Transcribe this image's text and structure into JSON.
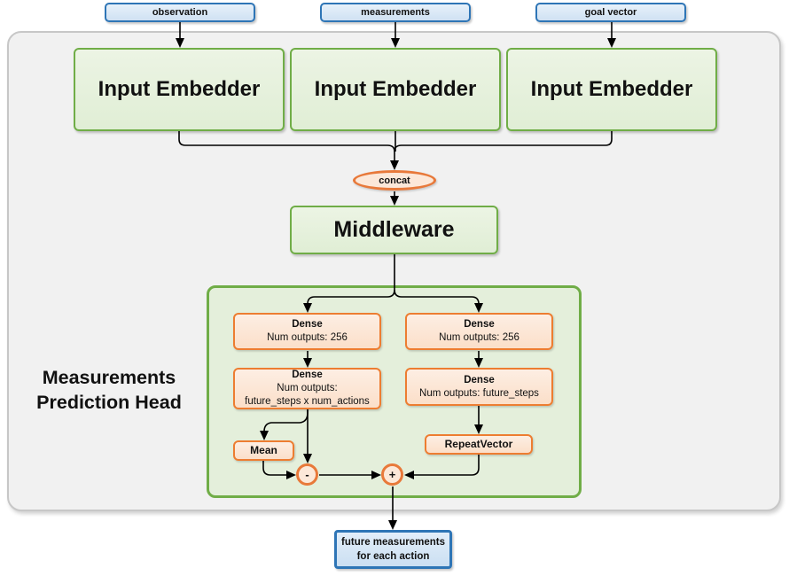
{
  "inputs": [
    {
      "label": "observation"
    },
    {
      "label": "measurements"
    },
    {
      "label": "goal vector"
    }
  ],
  "embedders": [
    {
      "label": "Input Embedder"
    },
    {
      "label": "Input Embedder"
    },
    {
      "label": "Input Embedder"
    }
  ],
  "concat_label": "concat",
  "middleware_label": "Middleware",
  "head": {
    "title_line1": "Measurements",
    "title_line2": "Prediction Head",
    "dense_action_1": {
      "title": "Dense",
      "line1": "Num outputs: 256"
    },
    "dense_action_2": {
      "title": "Dense",
      "line1": "Num outputs:",
      "line2": "future_steps x num_actions"
    },
    "dense_measure_1": {
      "title": "Dense",
      "line1": "Num outputs: 256"
    },
    "dense_measure_2": {
      "title": "Dense",
      "line1": "Num outputs: future_steps"
    },
    "mean_label": "Mean",
    "repeat_vector_label": "RepeatVector",
    "minus_label": "-",
    "plus_label": "+"
  },
  "output": {
    "line1": "future measurements",
    "line2": "for each action"
  },
  "colors": {
    "blue_border": "#2e75b6",
    "blue_fill": "#ddebf7",
    "green_border": "#70ad47",
    "green_fill": "#e2efda",
    "orange_border": "#ed7d31",
    "orange_fill": "#fce4d6",
    "container_fill": "#f1f1f1",
    "wire": "#000000"
  }
}
